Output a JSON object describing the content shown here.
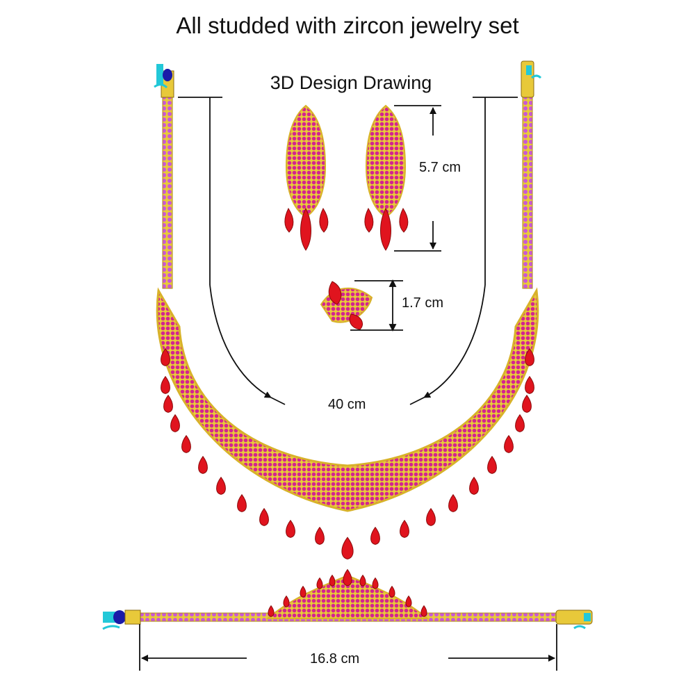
{
  "header": {
    "title": "All studded with zircon jewelry set"
  },
  "diagram": {
    "subtitle": "3D Design Drawing",
    "dimensions": {
      "earring_length": "5.7 cm",
      "ring_height": "1.7 cm",
      "necklace_length": "40 cm",
      "bracelet_length": "16.8 cm"
    }
  },
  "colors": {
    "gold": "#e8c93a",
    "pink_zircon": "#d4248f",
    "red_stone": "#e0141e",
    "chain_stone": "#c957d6",
    "clasp_blue": "#1a1aa8",
    "clasp_cyan": "#22c8d8",
    "line": "#111111"
  }
}
